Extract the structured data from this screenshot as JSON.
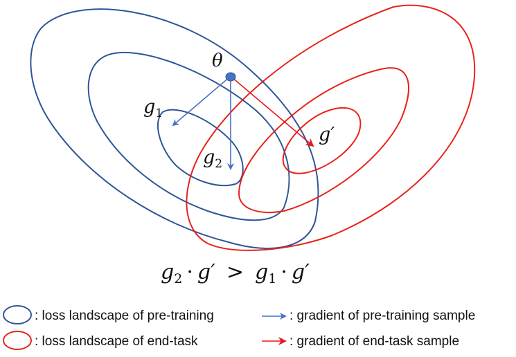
{
  "labels": {
    "theta": "θ",
    "g1": "g",
    "g1_sub": "1",
    "g2": "g",
    "g2_sub": "2",
    "gprime": "g′"
  },
  "equation": {
    "lhs_g": "g",
    "lhs_sub": "2",
    "dot1": "·",
    "lhs_prime": "g′",
    "op": ">",
    "rhs_g": "g",
    "rhs_sub": "1",
    "dot2": "·",
    "rhs_prime": "g′"
  },
  "legend": {
    "pretrain_landscape": ": loss landscape of pre-training",
    "endtask_landscape": ": loss landscape of end-task",
    "pretrain_gradient": ": gradient of pre-training sample",
    "endtask_gradient": ": gradient of end-task sample"
  },
  "colors": {
    "blue_contour": "#2f5597",
    "blue_arrow": "#4472c4",
    "red_contour": "#e8231a",
    "red_arrow": "#e31a1c",
    "theta_dot": "#4472c4"
  }
}
